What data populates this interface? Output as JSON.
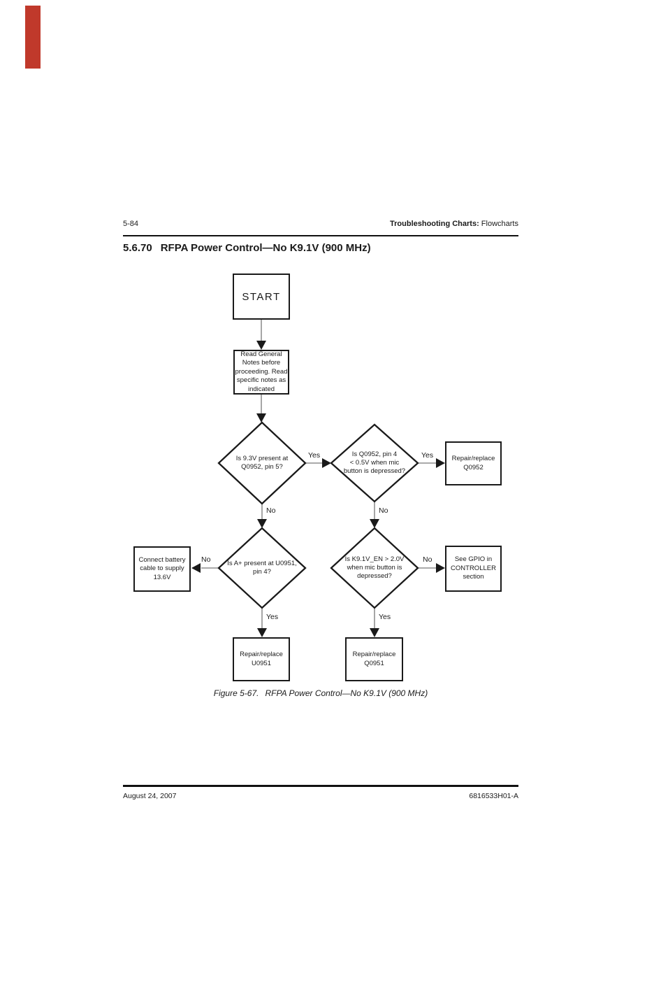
{
  "header": {
    "page_number": "5-84",
    "right_bold": "Troubleshooting Charts:",
    "right_regular": " Flowcharts"
  },
  "heading": {
    "number": "5.6.70",
    "title": "RFPA Power Control—No K9.1V (900 MHz)"
  },
  "flowchart": {
    "nodes": {
      "start": "START",
      "notes": "Read General\nNotes before\nproceeding. Read\nspecific notes as\nindicated",
      "q_9v3_present": "Is 9.3V present at\nQ0952, pin 5?",
      "q_q0952_pin4": "Is Q0952, pin 4\n< 0.5V when mic\nbutton is depressed?",
      "repair_q0952": "Repair/replace\nQ0952",
      "connect_battery": "Connect battery\ncable to supply\n13.6V",
      "q_aplus_present": "Is A+ present at U0951,\npin 4?",
      "q_k91v_en": "Is K9.1V_EN > 2.0V\nwhen mic button is\ndepressed?",
      "see_gpio": "See GPIO in\nCONTROLLER\nsection",
      "repair_u0951": "Repair/replace\nU0951",
      "repair_q0951": "Repair/replace\nQ0951"
    },
    "labels": {
      "d1_yes": "Yes",
      "d1_no": "No",
      "d2_yes": "Yes",
      "d2_no": "No",
      "d3_no": "No",
      "d3_yes": "Yes",
      "d4_no": "No",
      "d4_yes": "Yes"
    },
    "caption_label": "Figure 5-67.",
    "caption_title": "RFPA Power Control—No K9.1V (900 MHz)"
  },
  "footer": {
    "date": "August 24, 2007",
    "doc_number": "6816533H01-A"
  },
  "colors": {
    "marker_red": "#c0392b",
    "line_gray": "#777777",
    "ink": "#1a1a1a"
  }
}
